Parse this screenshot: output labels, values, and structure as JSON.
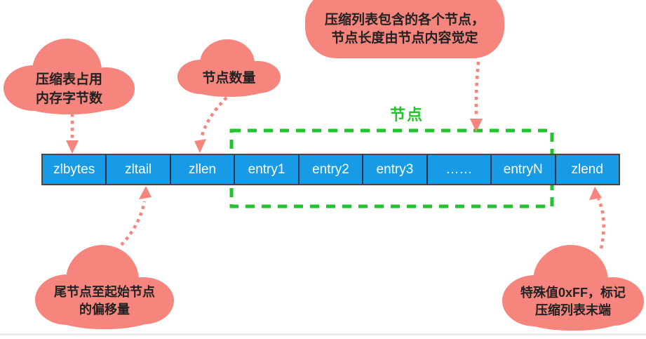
{
  "colors": {
    "salmon": "#F5857D",
    "blue": "#189BE6",
    "green": "#22C32D",
    "ink": "#222222",
    "bar_border": "#464646",
    "cell_divider": "#1B3047",
    "baseline": "#E9EBEE",
    "bar_text": "#FFFFFF"
  },
  "diagram": {
    "node_group_label": "节点",
    "bar_cells": [
      {
        "label": "zlbytes"
      },
      {
        "label": "zltail"
      },
      {
        "label": "zllen"
      },
      {
        "label": "entry1"
      },
      {
        "label": "entry2"
      },
      {
        "label": "entry3"
      },
      {
        "label": "……"
      },
      {
        "label": "entryN"
      },
      {
        "label": "zlend"
      }
    ],
    "callouts": {
      "zlbytes": {
        "lines": [
          "压缩表占用",
          "内存字节数"
        ]
      },
      "zllen": {
        "lines": [
          "节点数量"
        ]
      },
      "entries": {
        "lines": [
          "压缩列表包含的各个节点，",
          "节点长度由节点内容觉定"
        ]
      },
      "zltail": {
        "lines": [
          "尾节点至起始节点",
          "的偏移量"
        ]
      },
      "zlend": {
        "lines": [
          "特殊值0xFF，标记",
          "压缩列表末端"
        ]
      }
    }
  }
}
